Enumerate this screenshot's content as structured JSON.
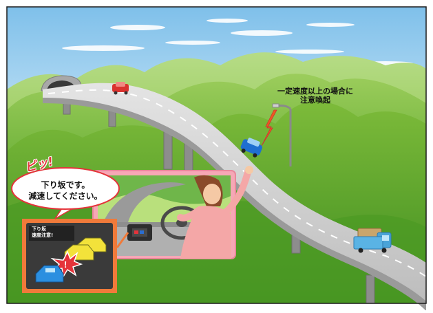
{
  "notice": {
    "line1": "一定速度以上の場合に",
    "line2": "注意喚起"
  },
  "bubble": {
    "exclamation": "ピッ!",
    "line1": "下り坂です。",
    "line2": "減速してください。"
  },
  "display": {
    "line1": "下り坂",
    "line2": "速度注意!"
  },
  "colors": {
    "sky": "#dff0fb",
    "hills": "#7fbf3a",
    "road": "#c9c9c9",
    "frame": "#f07a3a",
    "alert": "#e5333a"
  }
}
